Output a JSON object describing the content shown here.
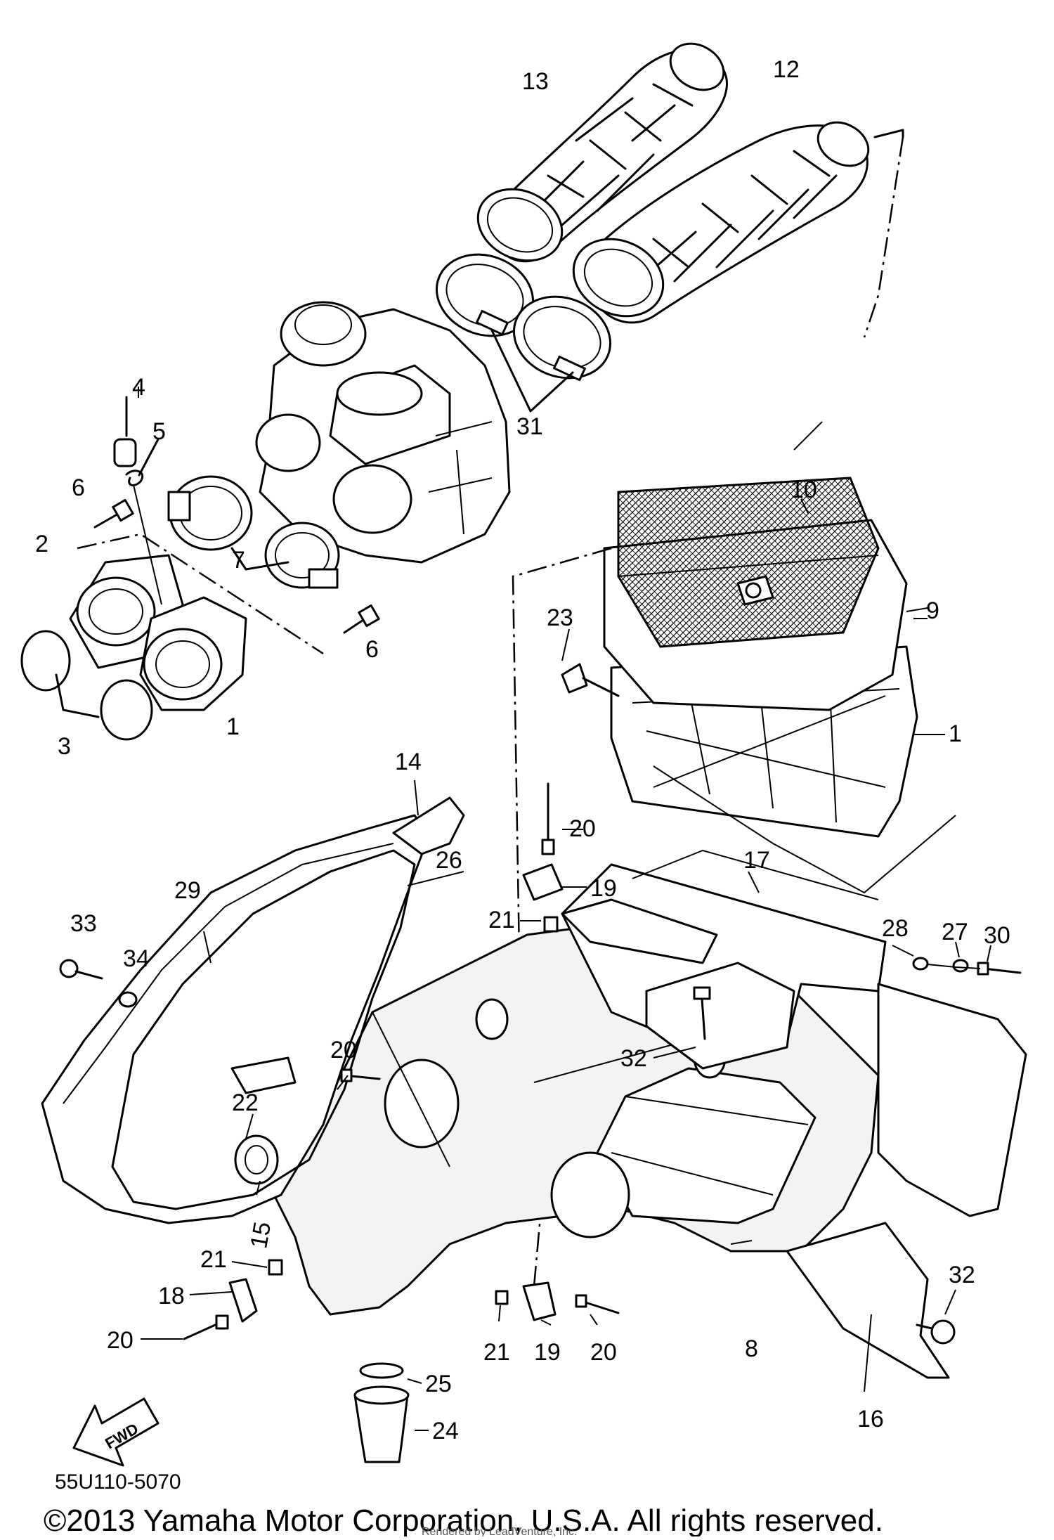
{
  "diagram": {
    "parts": [
      {
        "id": "p1a",
        "label": "1"
      },
      {
        "id": "p1b",
        "label": "1"
      },
      {
        "id": "p2",
        "label": "2"
      },
      {
        "id": "p3",
        "label": "3"
      },
      {
        "id": "p4",
        "label": "4"
      },
      {
        "id": "p5",
        "label": "5"
      },
      {
        "id": "p6a",
        "label": "6"
      },
      {
        "id": "p6b",
        "label": "6"
      },
      {
        "id": "p7",
        "label": "7"
      },
      {
        "id": "p8",
        "label": "8"
      },
      {
        "id": "p9",
        "label": "9"
      },
      {
        "id": "p10",
        "label": "10"
      },
      {
        "id": "p12",
        "label": "12"
      },
      {
        "id": "p13",
        "label": "13"
      },
      {
        "id": "p14",
        "label": "14"
      },
      {
        "id": "p15",
        "label": "15"
      },
      {
        "id": "p16",
        "label": "16"
      },
      {
        "id": "p17",
        "label": "17"
      },
      {
        "id": "p18",
        "label": "18"
      },
      {
        "id": "p19a",
        "label": "19"
      },
      {
        "id": "p19b",
        "label": "19"
      },
      {
        "id": "p20a",
        "label": "20"
      },
      {
        "id": "p20b",
        "label": "20"
      },
      {
        "id": "p20c",
        "label": "20"
      },
      {
        "id": "p20d",
        "label": "20"
      },
      {
        "id": "p21a",
        "label": "21"
      },
      {
        "id": "p21b",
        "label": "21"
      },
      {
        "id": "p21c",
        "label": "21"
      },
      {
        "id": "p22",
        "label": "22"
      },
      {
        "id": "p23",
        "label": "23"
      },
      {
        "id": "p24",
        "label": "24"
      },
      {
        "id": "p25",
        "label": "25"
      },
      {
        "id": "p26",
        "label": "26"
      },
      {
        "id": "p27",
        "label": "27"
      },
      {
        "id": "p28",
        "label": "28"
      },
      {
        "id": "p29",
        "label": "29"
      },
      {
        "id": "p30",
        "label": "30"
      },
      {
        "id": "p31",
        "label": "31"
      },
      {
        "id": "p32a",
        "label": "32"
      },
      {
        "id": "p32b",
        "label": "32"
      },
      {
        "id": "p33",
        "label": "33"
      },
      {
        "id": "p34",
        "label": "34"
      }
    ],
    "fwd_label": "FWD",
    "drawing_code": "55U110-5070",
    "copyright": "©2013 Yamaha Motor Corporation, U.S.A. All rights reserved.",
    "rendered_note": "Rendered by LeadVenture, Inc."
  }
}
